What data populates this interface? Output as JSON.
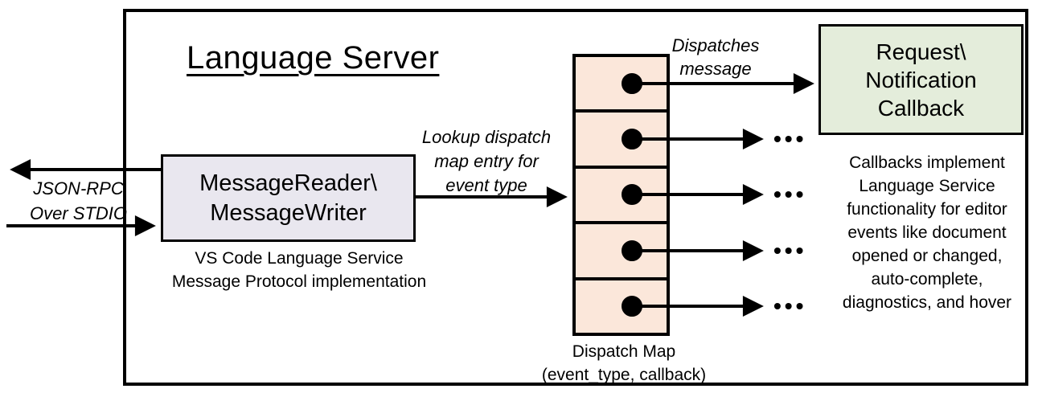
{
  "title": "Language Server",
  "labels": {
    "io": "JSON-RPC\nOver STDIO",
    "lookup": "Lookup dispatch\nmap entry for\nevent type",
    "dispatches": "Dispatches\nmessage",
    "ellipsis": "•••"
  },
  "boxes": {
    "reader": "MessageReader\\\nMessageWriter",
    "reader_caption": "VS Code Language Service\nMessage Protocol implementation",
    "callback": "Request\\\nNotification\nCallback",
    "map_caption": "Dispatch Map\n(event_type, callback)"
  },
  "notes": {
    "callbacks": "Callbacks implement\nLanguage Service\nfunctionality for editor\nevents like document\nopened or changed,\nauto-complete,\ndiagnostics, and hover"
  },
  "dispatch_map": {
    "cell_count": 5
  },
  "colors": {
    "reader_fill": "#E9E7EF",
    "map_fill": "#FBE7DA",
    "callback_fill": "#E4EDDB",
    "line": "#000000"
  }
}
